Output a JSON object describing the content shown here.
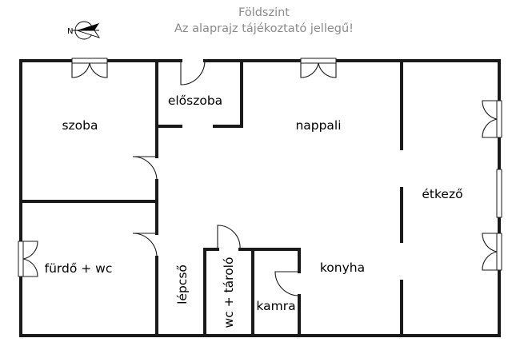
{
  "header": {
    "title": "Földszint",
    "subtitle": "Az alaprajz tájékoztató jellegű!"
  },
  "compass": {
    "label": "N"
  },
  "rooms": {
    "szoba": "szoba",
    "eloszoba": "előszoba",
    "nappali": "nappali",
    "etkezo": "étkező",
    "furdo": "fürdő + wc",
    "konyha": "konyha",
    "lepcso": "lépcső",
    "wc_tarolo": "wc + tároló",
    "kamra": "kamra"
  },
  "colors": {
    "wall": "#1a1a1a",
    "text": "#000000",
    "header": "#8a8a8a"
  }
}
